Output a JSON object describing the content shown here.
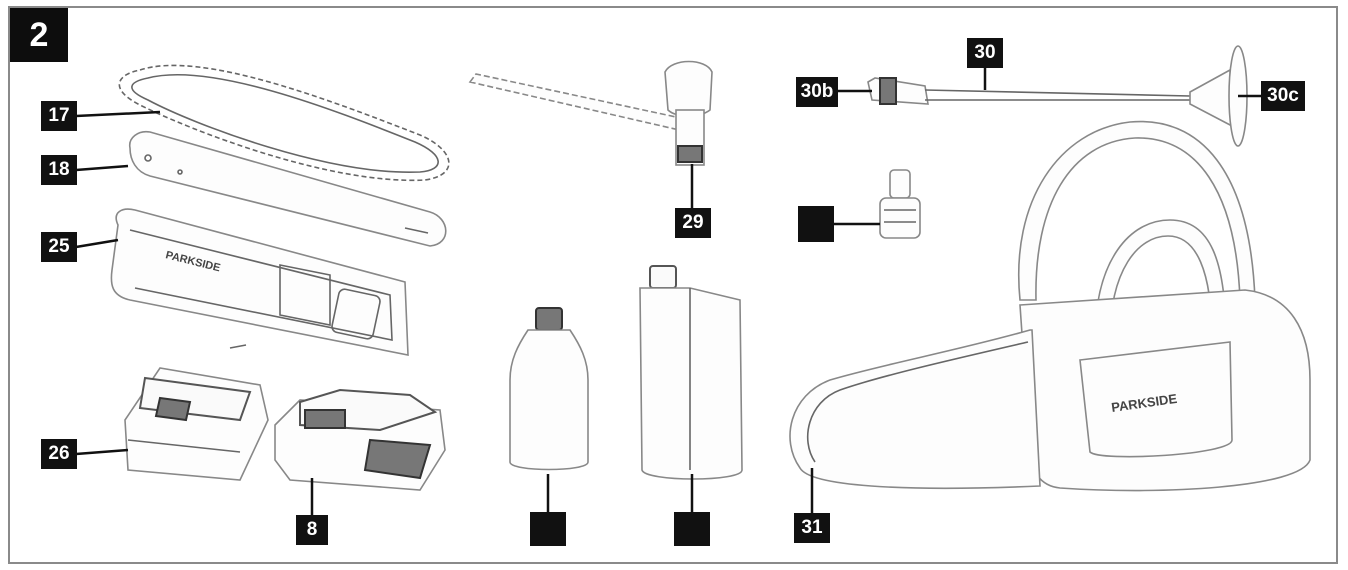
{
  "figure_number": "2",
  "labels": {
    "chain": "17",
    "bar": "18",
    "bar_cover": "25",
    "charger": "26",
    "battery": "8",
    "oil_bottle": "",
    "oil_canister": "",
    "wrench": "29",
    "grease_gun": "30",
    "grease_gun_connector": "30b",
    "grease_gun_head": "30c",
    "adapter": "",
    "bag": "31"
  },
  "brand": {
    "cover_logo": "PARKSIDE",
    "bag_logo": "PARKSIDE"
  }
}
